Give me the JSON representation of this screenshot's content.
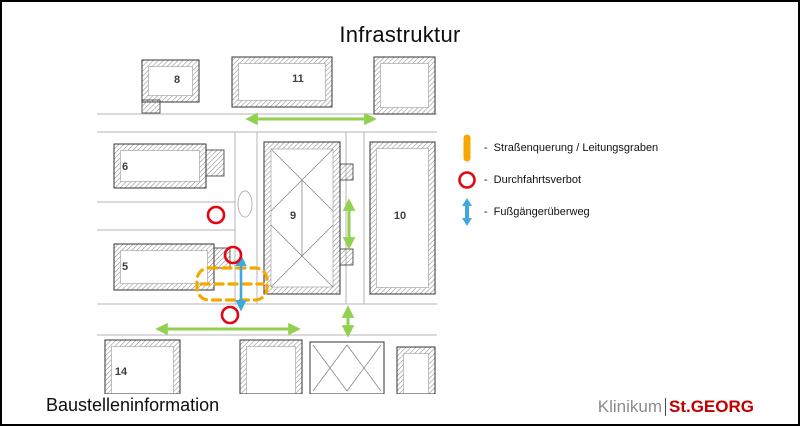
{
  "slide": {
    "title": "Infrastruktur",
    "footer": "Baustelleninformation"
  },
  "logo": {
    "name": "Klinikum",
    "suffix": "St.GEORG"
  },
  "legend": {
    "items": [
      {
        "icon": "trench-bar-icon",
        "dash": "-",
        "label": "Straßenquerung / Leitungsgraben"
      },
      {
        "icon": "no-entry-circle-icon",
        "dash": "-",
        "label": "Durchfahrtsverbot"
      },
      {
        "icon": "pedestrian-crossing-icon",
        "dash": "-",
        "label": "Fußgängerüberweg"
      }
    ]
  },
  "map": {
    "buildings": [
      {
        "label": "8"
      },
      {
        "label": "11"
      },
      {
        "label": "6"
      },
      {
        "label": "9"
      },
      {
        "label": "10"
      },
      {
        "label": "5"
      },
      {
        "label": "14"
      }
    ]
  },
  "colors": {
    "green_arrow": "#92D050",
    "red_circle": "#E30613",
    "orange_trench": "#F5A800",
    "blue_crossing": "#41A8DC",
    "street_gray": "#B5B5B5",
    "logo_gray": "#8C8C8C",
    "logo_red": "#C00000"
  }
}
